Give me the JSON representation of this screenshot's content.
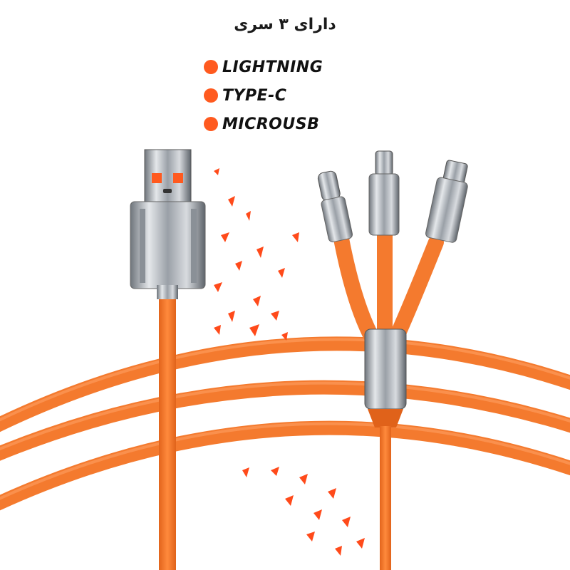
{
  "header": {
    "title": "دارای ۳ سری"
  },
  "features": [
    {
      "label": "LIGHTNING",
      "icon": "bullet-dot"
    },
    {
      "label": "TYPE-C",
      "icon": "bullet-dot"
    },
    {
      "label": "MICROUSB",
      "icon": "bullet-dot"
    }
  ],
  "colors": {
    "accent": "#ff5a1f",
    "cable": "#f47a2e",
    "metal": "#b9bec4",
    "text": "#111111"
  }
}
